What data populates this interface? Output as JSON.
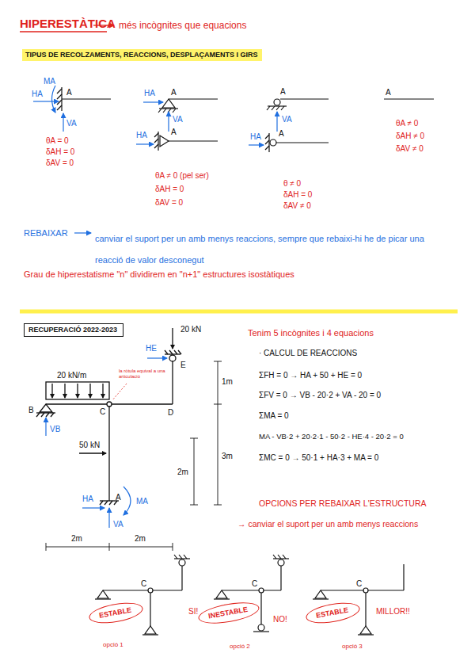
{
  "diagram": {
    "title": "HIPERESTÀTICA",
    "nodes": [
      {
        "text": [
          "TIPUS DE RECOLZAMENTS, REACCIONS, DESPLAÇAMENTS I GIRS"
        ]
      },
      {
        "text": [
          "RECUPERACIÓ 2022-2023"
        ]
      },
      {
        "text": [
          "ESTABLE"
        ]
      },
      {
        "text": [
          "INESTABLE"
        ]
      },
      {
        "text": [
          "ESTABLE"
        ]
      }
    ],
    "labels": [
      "més incògnites que equacions",
      "MA",
      "HA",
      "A",
      "VA",
      "θA = 0",
      "δAH = 0",
      "δAV = 0",
      "HA",
      "A",
      "VA",
      "HA",
      "A",
      "θA ≠ 0 (pel ser)",
      "δAH = 0",
      "δAV = 0",
      "A",
      "VA",
      "HA",
      "A",
      "θ ≠ 0",
      "δAH = 0",
      "δAV ≠ 0",
      "A",
      "θA ≠ 0",
      "δAH ≠ 0",
      "δAV ≠ 0",
      "REBAIXAR",
      "canviar el suport per un amb menys reaccions, sempre que rebaixi-hi he de picar una reacció de valor desconegut",
      "Grau de hiperestatisme \"n\" dividirem en \"n+1\" estructures isostàtiques",
      "20 kN",
      "HE",
      "E",
      "20 kN/m",
      "la ròtula equival a una articulació",
      "B",
      "C",
      "D",
      "VB",
      "50 kN",
      "1m",
      "3m",
      "2m",
      "HA",
      "A",
      "MA",
      "VA",
      "2m",
      "2m",
      "Tenim 5 incògnites i 4 equacions",
      "· CALCUL DE REACCIONS",
      "ΣFH = 0 → HA + 50 + HE = 0",
      "ΣFV = 0 → VB - 20·2 + VA - 20 = 0",
      "ΣMA = 0",
      "MA - VB·2 + 20·2·1 - 50·2 - HE·4 - 20·2 = 0",
      "ΣMC = 0 → 50·1 + HA·3 + MA = 0",
      "OPCIONS PER REBAIXAR L'ESTRUCTURA",
      "→ canviar el suport per un amb menys reaccions",
      "C",
      "SI!",
      "opció 1",
      "C",
      "NO!",
      "opció 2",
      "C",
      "MILLOR!!",
      "opció 3"
    ]
  }
}
